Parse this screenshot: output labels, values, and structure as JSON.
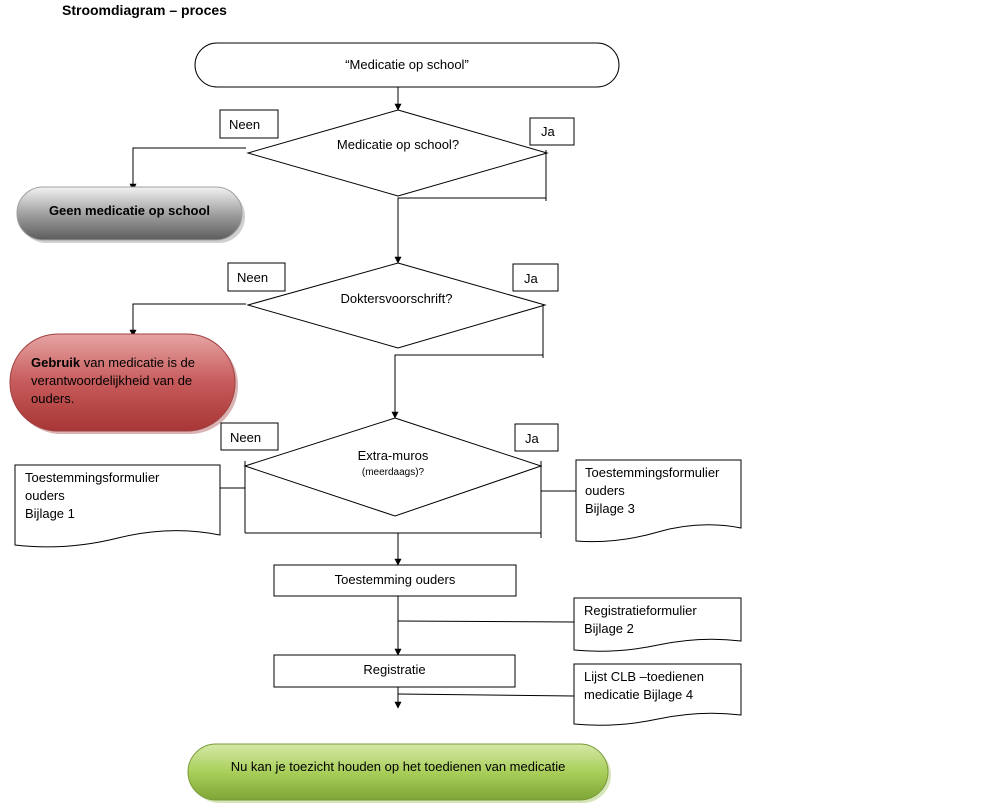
{
  "title": "Stroomdiagram – proces",
  "start": "“Medicatie op school”",
  "decision1": {
    "question": "Medicatie op school?",
    "no": "Neen",
    "yes": "Ja"
  },
  "end1": "Geen medicatie op school",
  "decision2": {
    "question": "Doktersvoorschrift?",
    "no": "Neen",
    "yes": "Ja"
  },
  "end2": {
    "bold": "Gebruik",
    "rest": " van medicatie is de verantwoordelijkheid van de ouders."
  },
  "decision3": {
    "question": "Extra-muros",
    "sub": "(meerdaags)?",
    "no": "Neen",
    "yes": "Ja"
  },
  "doc1": "Toestemmingsformulier\nouders\nBijlage 1",
  "doc3": "Toestemmingsformulier\nouders\nBijlage 3",
  "step1": "Toestemming ouders",
  "doc2": "Registratieformulier\n Bijlage 2",
  "step2": "Registratie",
  "doc4": "Lijst CLB –toedienen\nmedicatie Bijlage 4",
  "final": "Nu kan je toezicht houden op het toedienen van medicatie"
}
